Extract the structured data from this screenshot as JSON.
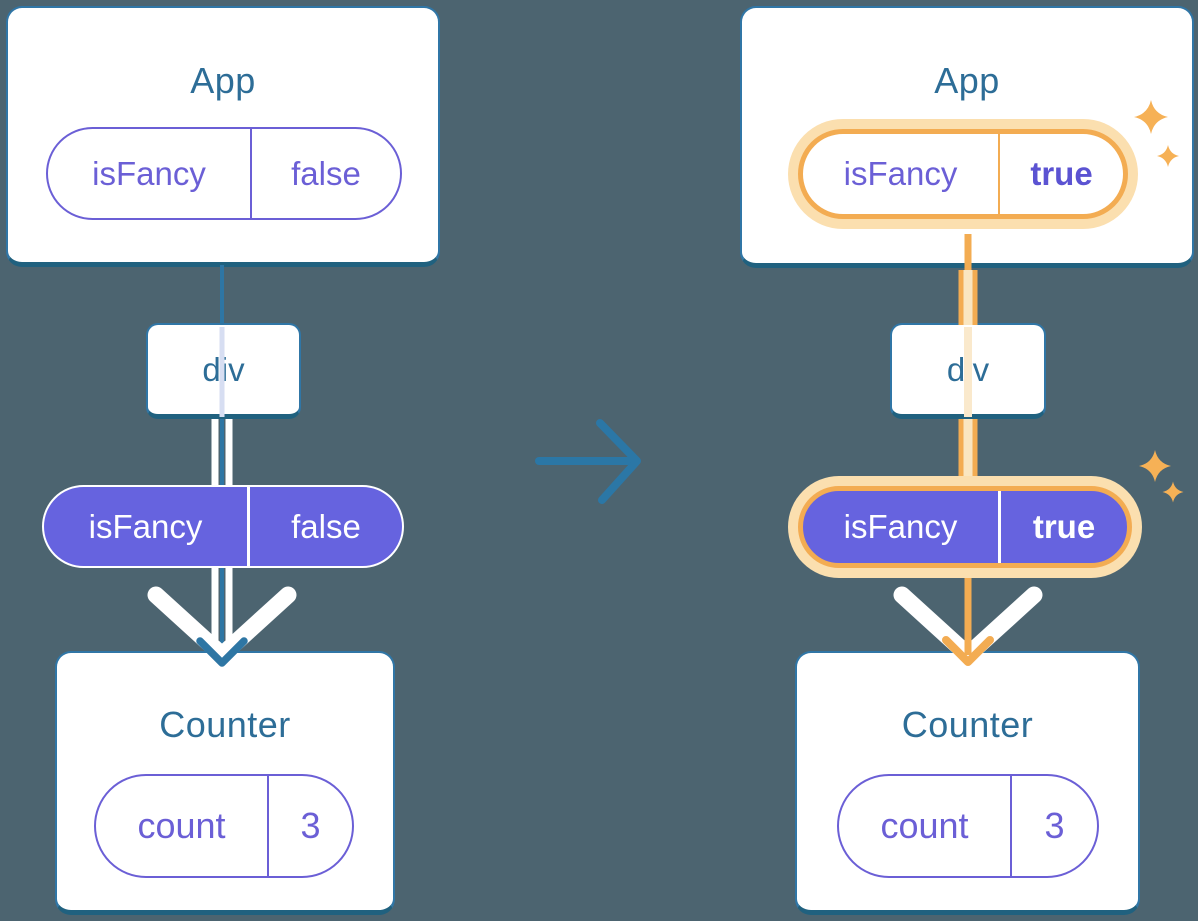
{
  "page": {
    "description": "React prop flow diagram: App passes isFancy prop through div down to Counter, before and after the prop changes from false to true",
    "background_color": "#4C6470"
  },
  "colors": {
    "card_border": "#3076A6",
    "card_border_bottom": "#20617F",
    "title_text": "#2D6D97",
    "purple_text": "#6B5FD6",
    "purple_fill": "#6663DF",
    "teal_line": "#2E76A4",
    "lavender_faded_line": "#D7DEF2",
    "orange": "#F3AC52",
    "orange_light_ring": "#FBDFAF",
    "cream_line": "#FAE6C1",
    "cream_faded_line": "#FAE9CC",
    "white": "#FFFFFF",
    "transition_arrow": "#2B77A6",
    "sparkle": "#F6B156"
  },
  "icons": {
    "transition": "arrow-right",
    "down_arrow": "chevron-down",
    "sparkle": "four-point-star"
  },
  "before": {
    "app": {
      "title": "App",
      "prop": {
        "key": "isFancy",
        "value": "false"
      }
    },
    "container": {
      "label": "div"
    },
    "passed_prop": {
      "key": "isFancy",
      "value": "false"
    },
    "counter": {
      "title": "Counter",
      "state": {
        "key": "count",
        "value": "3"
      }
    }
  },
  "after": {
    "app": {
      "title": "App",
      "prop": {
        "key": "isFancy",
        "value": "true"
      }
    },
    "container": {
      "label": "div"
    },
    "passed_prop": {
      "key": "isFancy",
      "value": "true"
    },
    "counter": {
      "title": "Counter",
      "state": {
        "key": "count",
        "value": "3"
      }
    }
  }
}
